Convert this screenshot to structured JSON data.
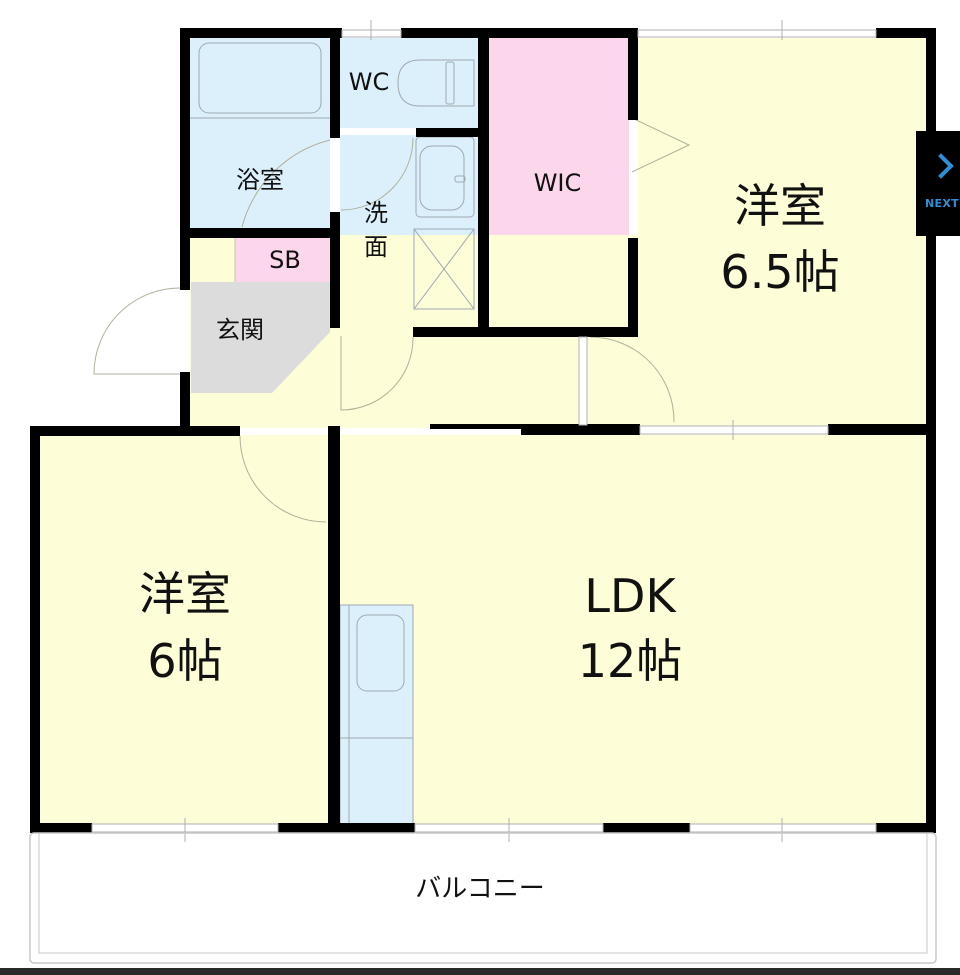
{
  "floorplan": {
    "colors": {
      "wall": "#000000",
      "living_floor": "#fdfdd8",
      "wet_area": "#dcf0fc",
      "storage": "#fcd6ea",
      "entrance": "#dcdcdc",
      "balcony": "#ffffff",
      "fixture_line": "#a0a8b0",
      "door_arc": "#b0b09a"
    },
    "rooms": {
      "bath": {
        "label": "浴室"
      },
      "wc": {
        "label": "WC"
      },
      "washroom": {
        "label_line1": "洗",
        "label_line2": "面"
      },
      "wic": {
        "label": "WIC"
      },
      "western_room_1": {
        "label_line1": "洋室",
        "label_line2": "6.5帖"
      },
      "shoe_box": {
        "label": "SB"
      },
      "entrance": {
        "label": "玄関"
      },
      "western_room_2": {
        "label_line1": "洋室",
        "label_line2": "6帖"
      },
      "ldk": {
        "label_line1": "LDK",
        "label_line2": "12帖"
      },
      "balcony": {
        "label": "バルコニー"
      }
    }
  },
  "navigation": {
    "next_label": "NEXT",
    "next_icon": "chevron-right-icon"
  }
}
